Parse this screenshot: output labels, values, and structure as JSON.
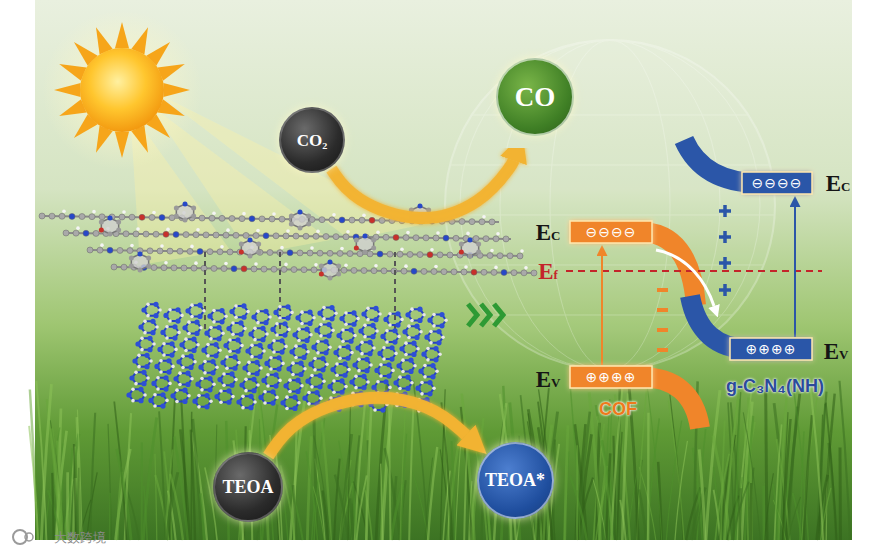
{
  "diagram": {
    "nodes": [
      {
        "text": [
          "CO₂"
        ]
      },
      {
        "text": [
          "CO"
        ]
      },
      {
        "text": [
          "TEOA"
        ]
      },
      {
        "text": [
          "TEOA*"
        ]
      }
    ],
    "edges": [
      {
        "from": 0,
        "to": 1,
        "arrow": "to"
      },
      {
        "from": 2,
        "to": 3,
        "arrow": "to"
      }
    ],
    "labels": [
      "EC",
      "⊖⊖⊖⊖",
      "EC",
      "⊖⊖⊖⊖",
      "Ef",
      "⊕⊕⊕⊕",
      "EV",
      "⊕⊕⊕⊕",
      "EV",
      "g-C₃N₄(NH)",
      "COF",
      "大数跨境"
    ]
  }
}
